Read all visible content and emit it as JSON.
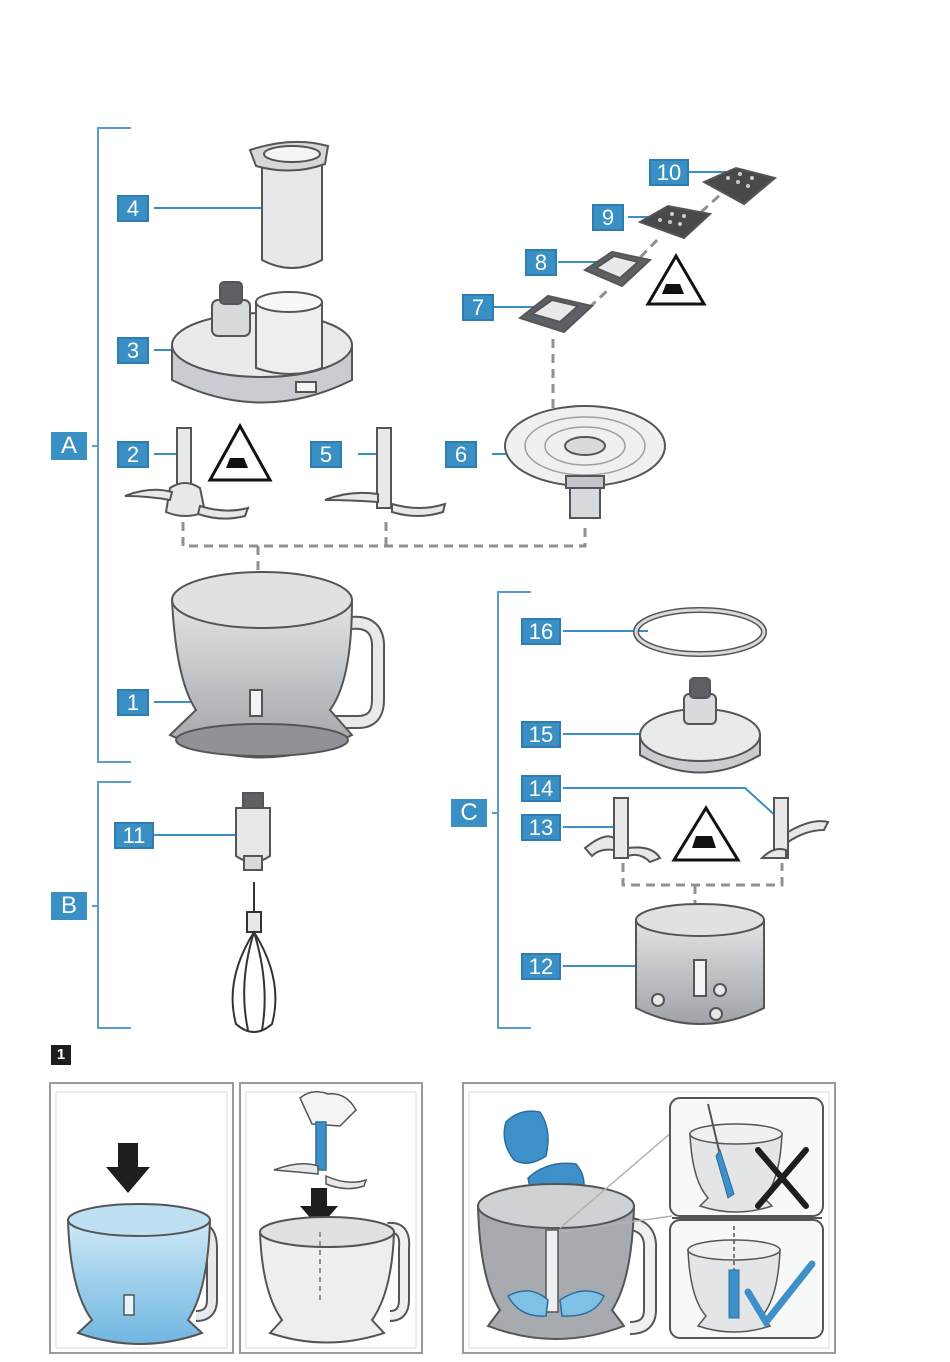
{
  "groups": {
    "a": "A",
    "b": "B",
    "c": "C"
  },
  "figure_label": "1",
  "callouts": {
    "c1": "1",
    "c2": "2",
    "c3": "3",
    "c4": "4",
    "c5": "5",
    "c6": "6",
    "c7": "7",
    "c8": "8",
    "c9": "9",
    "c10": "10",
    "c11": "11",
    "c12": "12",
    "c13": "13",
    "c14": "14",
    "c15": "15",
    "c16": "16"
  },
  "icons": {
    "warning": "warning-triangle-hand-icon",
    "wrong": "cross-mark-icon",
    "right": "check-mark-icon",
    "press_down": "down-arrow-icon"
  },
  "colors": {
    "callout": "#3a8fc4",
    "bracket": "#5b9ccb",
    "highlight": "#7fc0e6",
    "highlight_dark": "#3e90c8",
    "outline": "#555555",
    "container": "#b9bcbf",
    "panel_border": "#9a9a9a"
  }
}
